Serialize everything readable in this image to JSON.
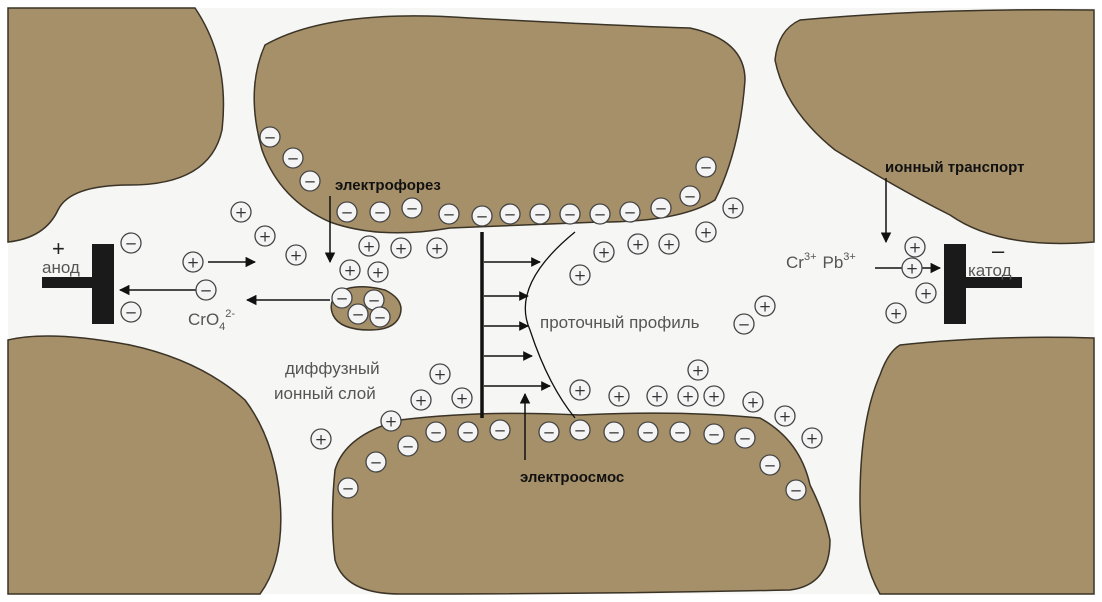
{
  "colors": {
    "particle": "#a6906a",
    "particle_edge": "#3a3326",
    "pore": "#f6f6f4",
    "ion_fill": "#f4f4f4",
    "ion_edge": "#444444",
    "electrode": "#1a1a1a"
  },
  "labels": {
    "electrophoresis": "электрофорез",
    "ion_transport": "ионный транспорт",
    "electroosmosis": "электроосмос",
    "flow_profile": "проточный профиль",
    "diffuse_layer_1": "диффузный",
    "diffuse_layer_2": "ионный  слой",
    "anode": "анод",
    "cathode": "катод",
    "anode_sign": "+",
    "cathode_sign": "–",
    "cro4_base": "CrO",
    "cro4_sub": "4",
    "cro4_sup": "2-",
    "cr_base": "Cr",
    "cr_sup": "3+",
    "pb_base": "Pb",
    "pb_sup": "3+"
  },
  "ion_signs": {
    "positive": "+",
    "negative": "−"
  }
}
